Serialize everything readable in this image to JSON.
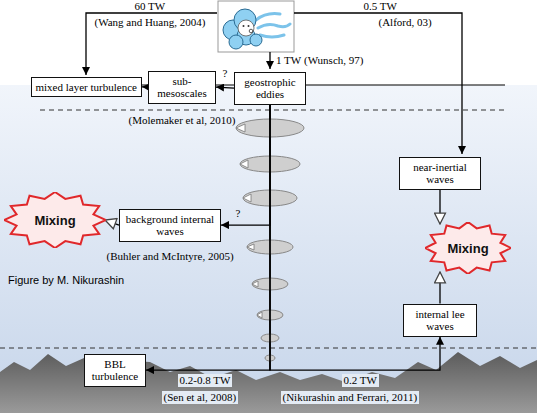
{
  "diagram": {
    "nodes": [
      {
        "text": [
          "mixed layer turbulence"
        ]
      },
      {
        "text": [
          "sub-mesoscales"
        ]
      },
      {
        "text": [
          "geostrophic eddies"
        ]
      },
      {
        "text": [
          "near-inertial waves"
        ]
      },
      {
        "text": [
          "Mixing"
        ]
      },
      {
        "text": [
          "background internal waves"
        ]
      },
      {
        "text": [
          "Mixing"
        ]
      },
      {
        "text": [
          "internal lee waves"
        ]
      },
      {
        "text": [
          "BBL turbulence"
        ]
      }
    ],
    "edges": [
      {
        "from": 2,
        "to": 1,
        "arrow": "to",
        "label": "?"
      },
      {
        "from": 1,
        "to": 0,
        "arrow": "to"
      },
      {
        "from": 2,
        "to": 5,
        "arrow": "to",
        "label": "?"
      },
      {
        "from": 3,
        "to": 6,
        "arrow": "to"
      },
      {
        "from": 7,
        "to": 6,
        "arrow": "to"
      },
      {
        "from": 5,
        "to": 4,
        "arrow": "to"
      },
      {
        "from": 2,
        "to": 8,
        "arrow": "to",
        "label": "0.2-0.8 TW"
      },
      {
        "from": 2,
        "to": 7,
        "arrow": "to",
        "label": "0.2 TW"
      }
    ],
    "labels": [
      "60 TW",
      "(Wang and Huang, 2004)",
      "0.5 TW",
      "(Alford, 03)",
      "1 TW",
      "(Wunsch, 97)",
      "(Molemaker et al, 2010)",
      "(Buhler and McIntyre, 2005)",
      "Figure by M. Nikurashin",
      "(Sen et al, 2008)",
      "(Nikurashin and Ferrari, 2011)"
    ]
  }
}
